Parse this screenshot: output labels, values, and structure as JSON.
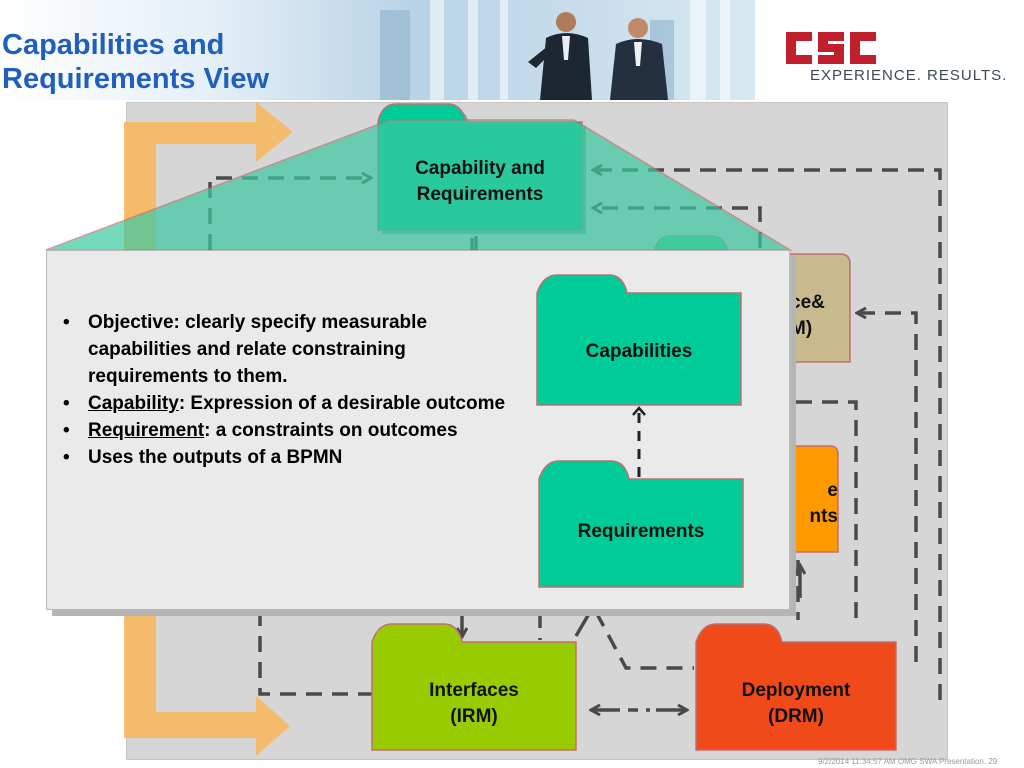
{
  "header": {
    "title_line1": "Capabilities and",
    "title_line2": "Requirements View"
  },
  "logo": {
    "mark": "CSC",
    "tagline": "EXPERIENCE. RESULTS."
  },
  "packages": {
    "capability_requirements": {
      "line1": "Capability and",
      "line2": "Requirements"
    },
    "performance_partial": {
      "line1": "ce&",
      "line2": "M)"
    },
    "service_partial": {
      "line1": "e",
      "line2": "nts"
    },
    "interfaces": {
      "line1": "Interfaces",
      "line2": "(IRM)"
    },
    "deployment": {
      "line1": "Deployment",
      "line2": "(DRM)"
    }
  },
  "popup": {
    "bullets": [
      {
        "lead": "",
        "text": "Objective:  clearly specify measurable capabilities and relate constraining requirements to them."
      },
      {
        "lead": "Capability",
        "text": ":  Expression of a desirable outcome"
      },
      {
        "lead": "Requirement",
        "text": ":  a constraints on outcomes"
      },
      {
        "lead": "",
        "text": "Uses the outputs of a BPMN"
      }
    ],
    "capabilities_label": "Capabilities",
    "requirements_label": "Requirements"
  },
  "footer": "9/2/2014 11:34:57 AM OMG SWA Presentation. 29",
  "colors": {
    "title_blue": "#1f5fbf",
    "logo_red": "#c0202b",
    "teal_package": "#00cc99",
    "green_package": "#99cc00",
    "red_package": "#f04a1a",
    "orange_package": "#ff9900",
    "khaki_package": "#c9b98e",
    "arrow_orange": "#f8b860",
    "dash_gray": "#4a4a4a"
  }
}
